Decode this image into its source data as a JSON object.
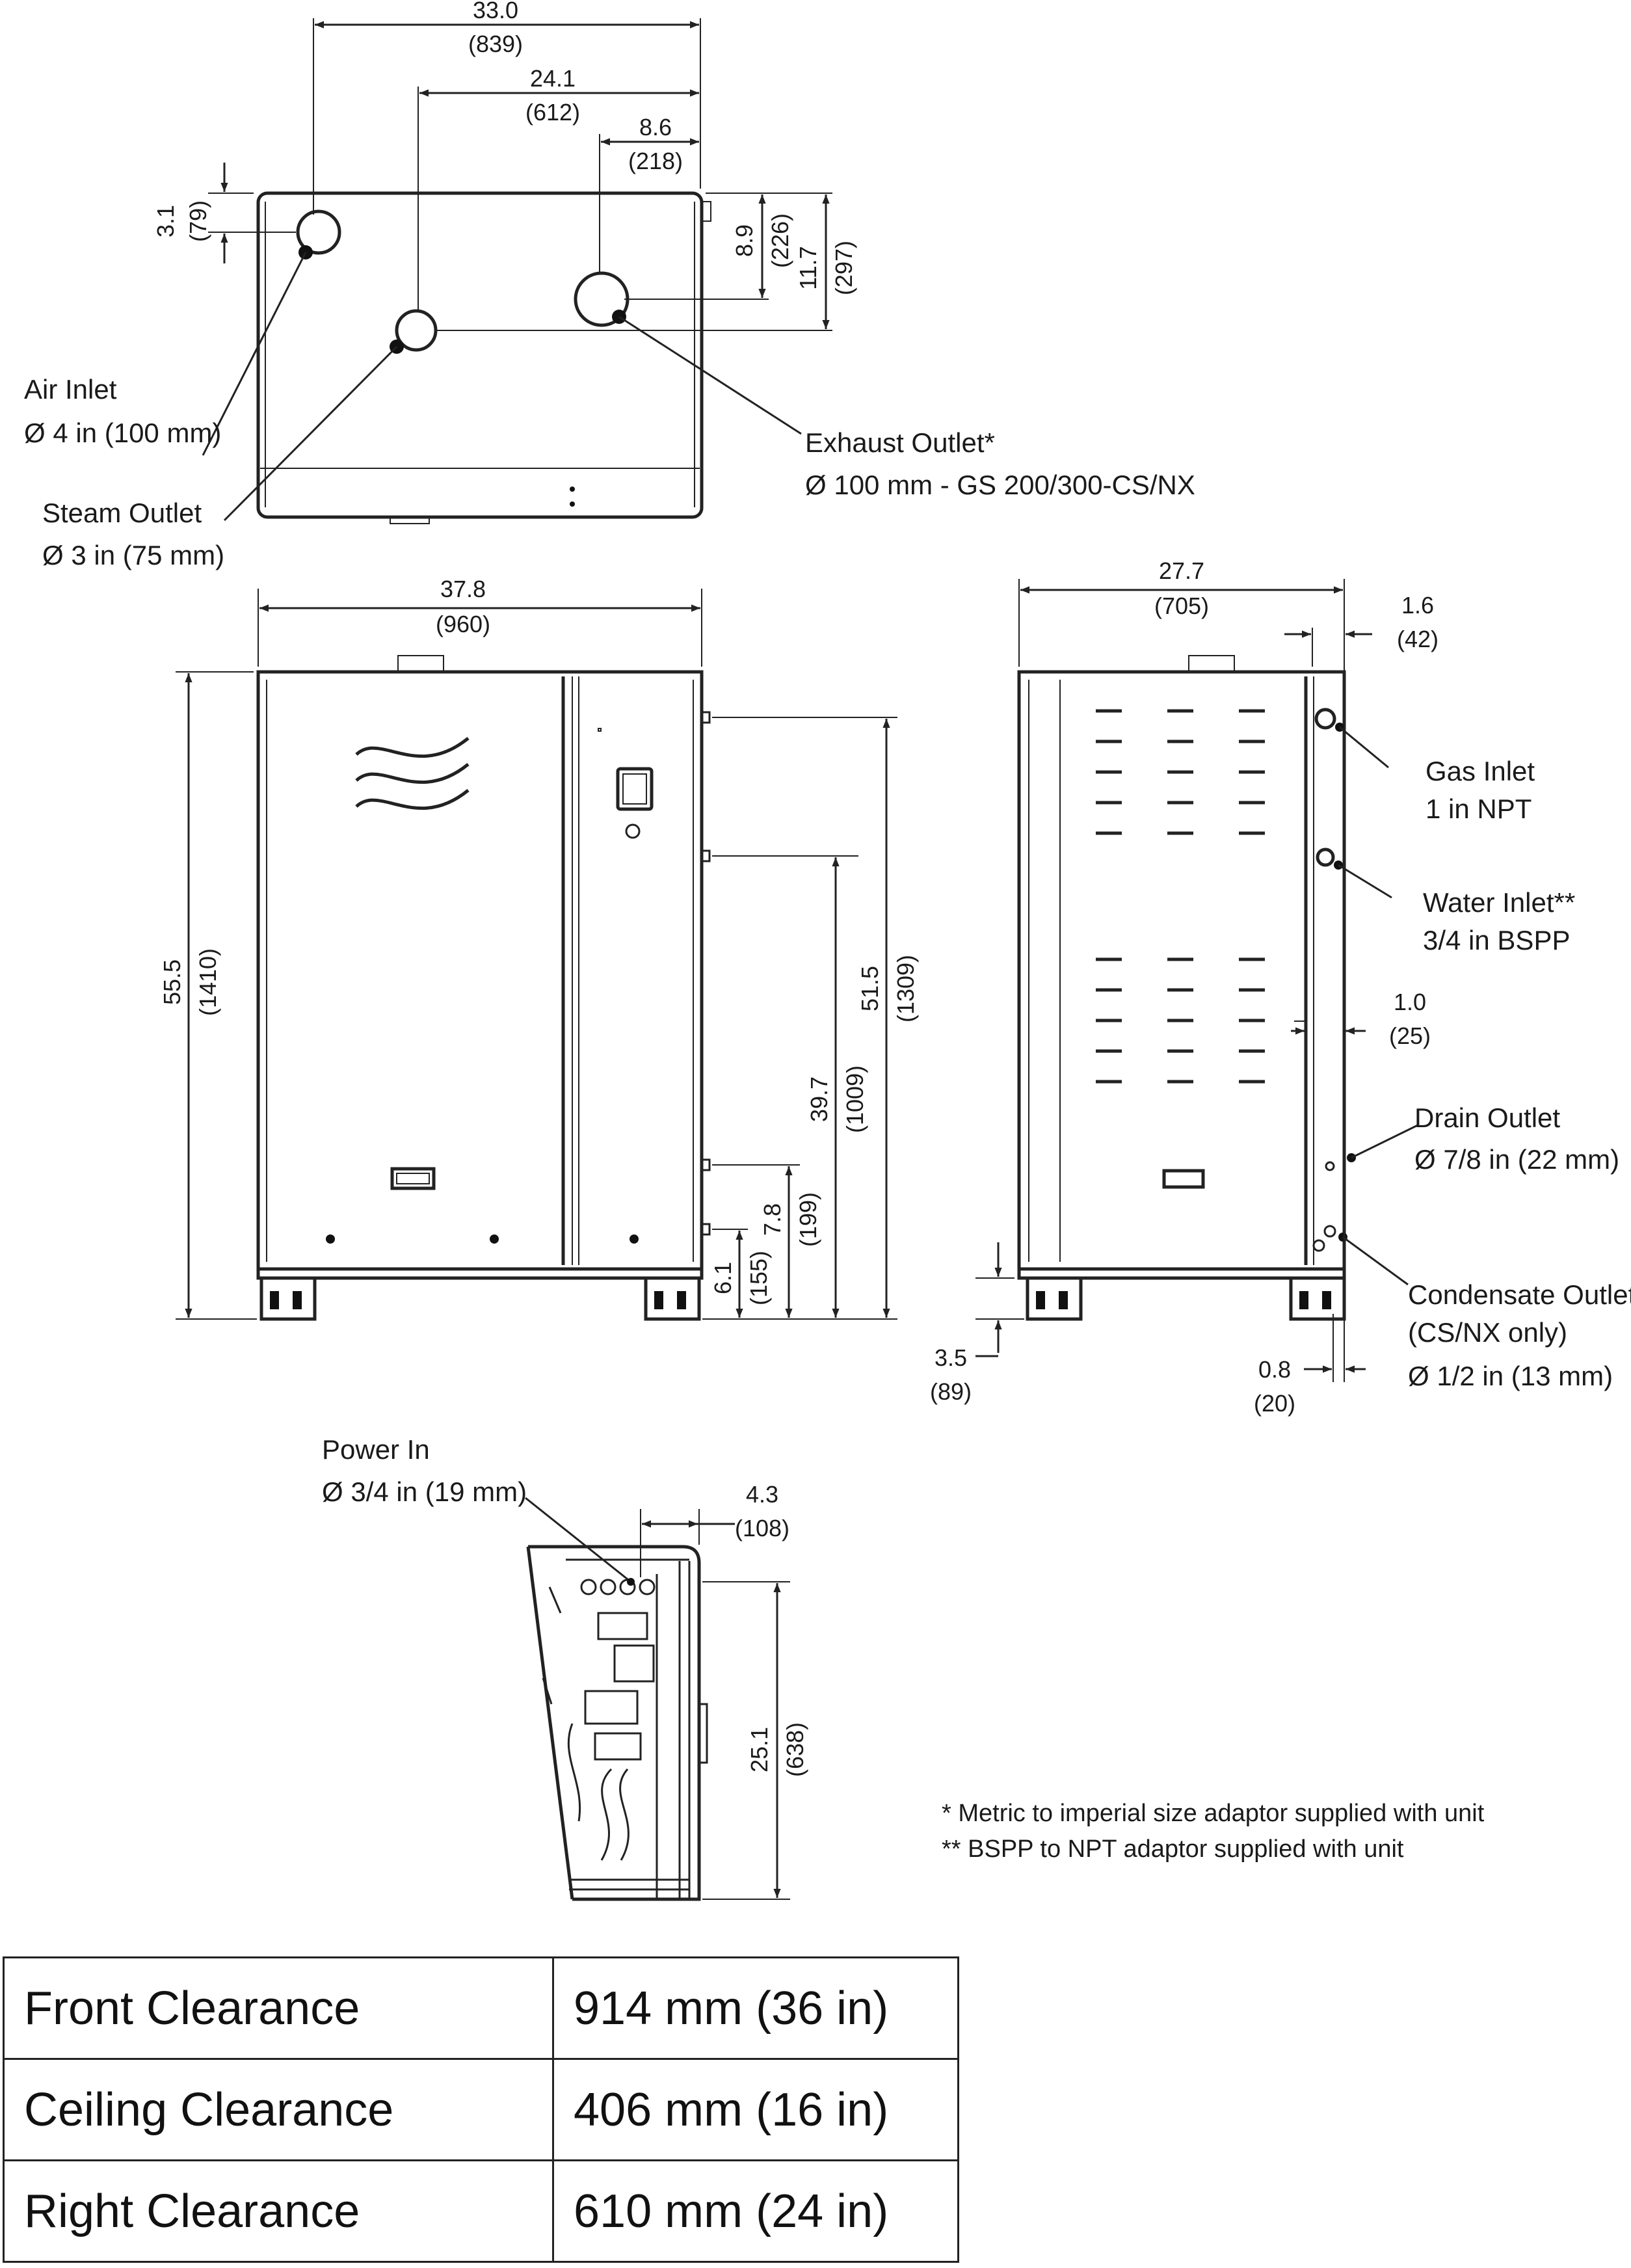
{
  "top_view": {
    "dims": {
      "overall_in": "33.0",
      "overall_mm": "(839)",
      "steam_in": "24.1",
      "steam_mm": "(612)",
      "exhaust_in": "8.6",
      "exhaust_mm": "(218)",
      "air_depth_in": "3.1",
      "air_depth_mm": "(79)",
      "exhaust_depth_in": "8.9",
      "exhaust_depth_mm": "(226)",
      "steam_depth_in": "11.7",
      "steam_depth_mm": "(297)"
    },
    "labels": {
      "air_inlet": "Air Inlet",
      "air_inlet_size": "Ø  4 in (100 mm)",
      "steam_outlet": "Steam Outlet",
      "steam_outlet_size": "Ø  3 in (75 mm)",
      "exhaust_outlet": "Exhaust Outlet*",
      "exhaust_outlet_size": "Ø  100 mm - GS 200/300-CS/NX"
    }
  },
  "front_view": {
    "dims": {
      "width_in": "37.8",
      "width_mm": "(960)",
      "height_in": "55.5",
      "height_mm": "(1410)",
      "gas_h_in": "51.5",
      "gas_h_mm": "(1309)",
      "water_h_in": "39.7",
      "water_h_mm": "(1009)",
      "drain_h_in": "7.8",
      "drain_h_mm": "(199)",
      "cond_h_in": "6.1",
      "cond_h_mm": "(155)"
    }
  },
  "side_view": {
    "dims": {
      "depth_in": "27.7",
      "depth_mm": "(705)",
      "gas_off_in": "1.6",
      "gas_off_mm": "(42)",
      "drain_off_in": "1.0",
      "drain_off_mm": "(25)",
      "cond_off_in": "0.8",
      "cond_off_mm": "(20)",
      "leg_in": "3.5",
      "leg_mm": "(89)"
    },
    "labels": {
      "gas_inlet": "Gas Inlet",
      "gas_inlet_size": "1 in NPT",
      "water_inlet": "Water Inlet**",
      "water_inlet_size": "3/4 in BSPP",
      "drain_outlet": "Drain Outlet",
      "drain_outlet_size": "Ø  7/8 in (22 mm)",
      "condensate_outlet": "Condensate Outlet",
      "condensate_note": "(CS/NX only)",
      "condensate_size": "Ø  1/2 in (13 mm)"
    }
  },
  "interior_view": {
    "dims": {
      "power_off_in": "4.3",
      "power_off_mm": "(108)",
      "power_h_in": "25.1",
      "power_h_mm": "(638)"
    },
    "labels": {
      "power_in": "Power In",
      "power_in_size": "Ø  3/4 in (19 mm)"
    }
  },
  "notes": {
    "metric": "*  Metric to imperial size adaptor supplied with unit",
    "bspp": "**  BSPP to NPT adaptor supplied with unit"
  },
  "clearances": [
    {
      "name": "Front Clearance",
      "value": "914 mm (36 in)"
    },
    {
      "name": "Ceiling Clearance",
      "value": "406 mm (16 in)"
    },
    {
      "name": "Right Clearance",
      "value": "610 mm (24 in)"
    }
  ]
}
